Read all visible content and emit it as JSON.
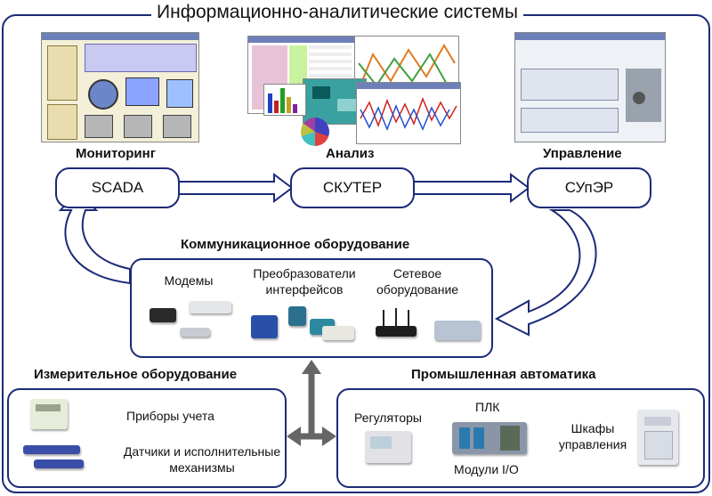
{
  "title": "Информационно-аналитические системы",
  "top": {
    "monitoring": {
      "heading": "Мониторинг",
      "node": "SCADA"
    },
    "analysis": {
      "heading": "Анализ",
      "node": "СКУТЕР"
    },
    "control": {
      "heading": "Управление",
      "node": "СУпЭР"
    }
  },
  "comm": {
    "heading": "Коммуникационное оборудование",
    "modems": "Модемы",
    "converters": "Преобразователи интерфейсов",
    "network": "Сетевое оборудование"
  },
  "measuring": {
    "heading": "Измерительное оборудование",
    "meters": "Приборы учета",
    "sensors": "Датчики и исполнительные механизмы"
  },
  "automation": {
    "heading": "Промышленная автоматика",
    "regulators": "Регуляторы",
    "plc": "ПЛК",
    "io": "Модули I/O",
    "cabinets": "Шкафы управления"
  },
  "colors": {
    "frame": "#1c2a78",
    "arrow_fill": "#ffffff",
    "connector": "#666666"
  }
}
